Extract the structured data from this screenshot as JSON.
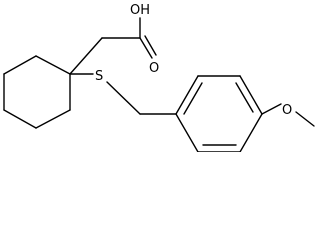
{
  "molecule": {
    "atoms": {
      "hydroxyl": "OH",
      "carbonyl_oxygen": "O",
      "sulfur": "S",
      "methoxy_oxygen": "O"
    },
    "colors": {
      "bond": "#000000",
      "label": "#000000",
      "background": "#ffffff"
    }
  }
}
